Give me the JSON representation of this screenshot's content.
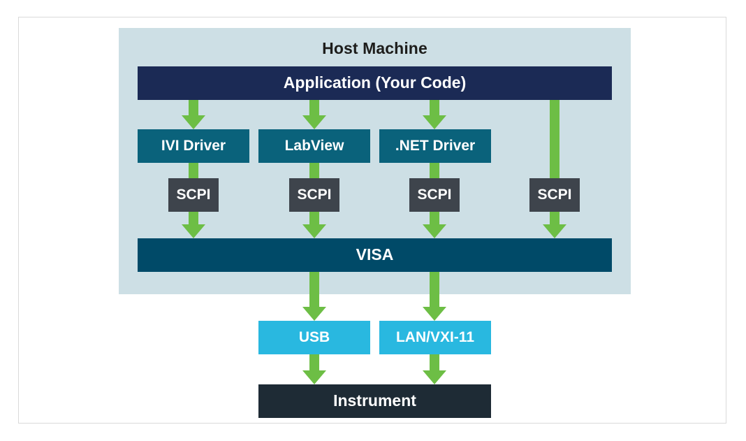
{
  "diagram": {
    "title": "Host Machine",
    "panel_label": "Host Machine",
    "application": "Application (Your Code)",
    "visa": "VISA",
    "instrument": "Instrument",
    "drivers": [
      {
        "label": "IVI Driver"
      },
      {
        "label": "LabView"
      },
      {
        "label": ".NET Driver"
      }
    ],
    "protocol_boxes": [
      {
        "label": "SCPI"
      },
      {
        "label": "SCPI"
      },
      {
        "label": "SCPI"
      },
      {
        "label": "SCPI"
      }
    ],
    "interfaces": [
      {
        "label": "USB"
      },
      {
        "label": "LAN/VXI-11"
      }
    ],
    "colors": {
      "panel_background": "#cddfe5",
      "application": "#1b2a55",
      "driver": "#0a627b",
      "scpi": "#3e444c",
      "visa": "#004a68",
      "interface": "#29b8e0",
      "instrument": "#1e2b35",
      "arrow": "#6dbe45",
      "page_background": "#ffffff",
      "frame_border": "#d9d9d9"
    }
  }
}
